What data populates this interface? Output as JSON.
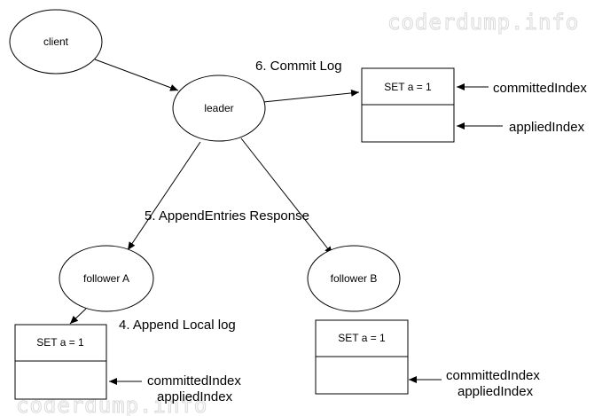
{
  "nodes": {
    "client": "client",
    "leader": "leader",
    "follower_a": "follower A",
    "follower_b": "follower B"
  },
  "steps": {
    "commit_log": "6. Commit Log",
    "append_entries_response": "5. AppendEntries Response",
    "append_local_log": "4. Append Local log"
  },
  "logs": {
    "leader_entry": "SET a = 1",
    "follower_a_entry": "SET a = 1",
    "follower_b_entry": "SET a = 1"
  },
  "indices": {
    "leader_committed": "committedIndex",
    "leader_applied": "appliedIndex",
    "follower_a_committed": "committedIndex",
    "follower_a_applied": "appliedIndex",
    "follower_b_committed": "committedIndex",
    "follower_b_applied": "appliedIndex"
  },
  "watermarks": {
    "top": "coderdump.info",
    "bottom": "coderdump.info"
  }
}
